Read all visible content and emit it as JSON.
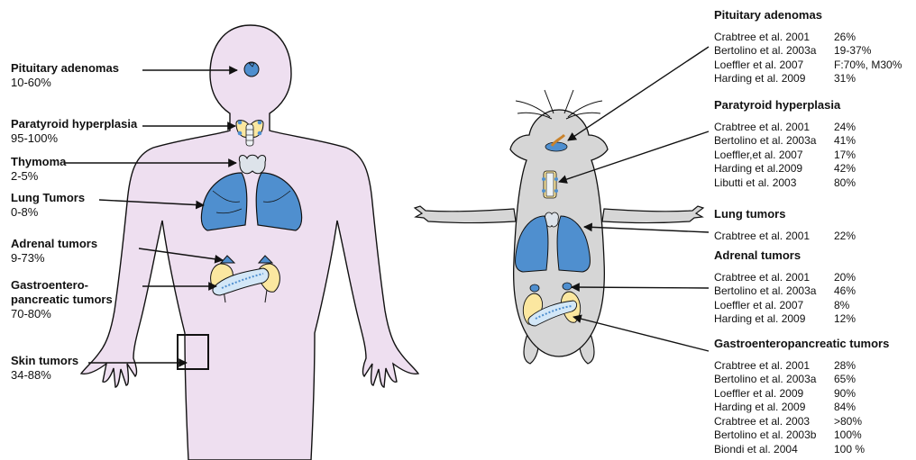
{
  "human": {
    "labels": [
      {
        "title": "Pituitary adenomas",
        "pct": "10-60%"
      },
      {
        "title": "Paratyroid hyperplasia",
        "pct": "95-100%"
      },
      {
        "title": "Thymoma",
        "pct": "2-5%"
      },
      {
        "title": "Lung Tumors",
        "pct": "0-8%"
      },
      {
        "title": "Adrenal tumors",
        "pct": "9-73%"
      },
      {
        "title": "Gastroentero-\npancreatic tumors",
        "pct": "70-80%"
      },
      {
        "title": "Skin tumors",
        "pct": "34-88%"
      }
    ]
  },
  "mouse": {
    "sections": [
      {
        "title": "Pituitary adenomas",
        "rows": [
          {
            "cite": "Crabtree et al. 2001",
            "val": "26%"
          },
          {
            "cite": "Bertolino et al. 2003a",
            "val": "19-37%"
          },
          {
            "cite": "Loeffler et al. 2007",
            "val": "F:70%, M30%"
          },
          {
            "cite": "Harding  et al. 2009",
            "val": "31%"
          }
        ]
      },
      {
        "title": "Paratyroid hyperplasia",
        "rows": [
          {
            "cite": "Crabtree et al. 2001",
            "val": "24%"
          },
          {
            "cite": "Bertolino et al. 2003a",
            "val": "41%"
          },
          {
            "cite": "Loeffler,et al. 2007",
            "val": "17%"
          },
          {
            "cite": "Harding  et al.2009",
            "val": "42%"
          },
          {
            "cite": "Libutti et al. 2003",
            "val": "80%"
          }
        ]
      },
      {
        "title": "Lung tumors",
        "rows": [
          {
            "cite": "Crabtree et al. 2001",
            "val": "22%"
          }
        ]
      },
      {
        "title": "Adrenal tumors",
        "rows": [
          {
            "cite": "Crabtree et al. 2001",
            "val": "20%"
          },
          {
            "cite": "Bertolino et al. 2003a",
            "val": "46%"
          },
          {
            "cite": "Loeffler et al. 2007",
            "val": "8%"
          },
          {
            "cite": "Harding  et al. 2009",
            "val": "12%"
          }
        ]
      },
      {
        "title": "Gastroenteropancreatic tumors",
        "rows": [
          {
            "cite": "Crabtree et al. 2001",
            "val": "28%"
          },
          {
            "cite": "Bertolino et al. 2003a",
            "val": "65%"
          },
          {
            "cite": "Loeffler et al. 2009",
            "val": "90%"
          },
          {
            "cite": "Harding et al. 2009",
            "val": "84%"
          },
          {
            "cite": "Crabtree et al. 2003",
            "val": ">80%"
          },
          {
            "cite": "Bertolino et al. 2003b",
            "val": "100%"
          },
          {
            "cite": "Biondi et al. 2004",
            "val": "100 %"
          }
        ]
      }
    ]
  },
  "colors": {
    "human_skin": "#eedff0",
    "mouse_body": "#d6d6d6",
    "organ_blue": "#4f8fcf",
    "gland_yellow": "#fbe7a0",
    "thymus": "#dde3ea",
    "outline": "#111111"
  }
}
